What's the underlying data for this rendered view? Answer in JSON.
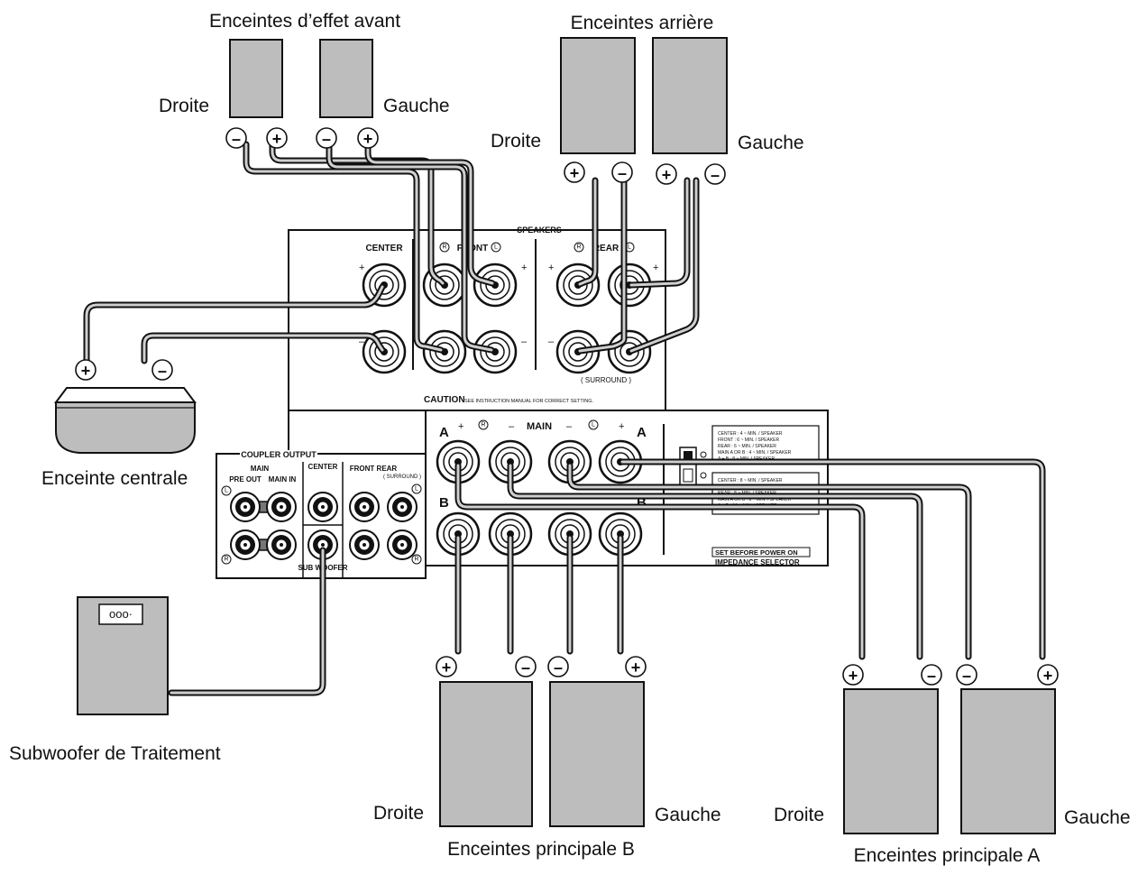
{
  "labels": {
    "front_effect": "Enceintes d’effet avant",
    "rear": "Enceintes arrière",
    "center_speaker": "Enceinte centrale",
    "subwoofer": "Subwoofer de Traitement",
    "main_b": "Enceintes principale B",
    "main_a": "Enceintes principale A",
    "right": "Droite",
    "left": "Gauche"
  },
  "panel": {
    "speakers": "SPEAKERS",
    "center": "CENTER",
    "front": "FRONT",
    "rear": "REAR",
    "surround": "( SURROUND )",
    "caution": "CAUTION",
    "caution_note": "SEE INSTRUCTION MANUAL FOR CORRECT SETTING.",
    "main": "MAIN",
    "a": "A",
    "b": "B",
    "r_mark": "R",
    "l_mark": "L",
    "plus": "+",
    "minus": "–",
    "coupler_output": "COUPLER OUTPUT",
    "coupler_main": "MAIN",
    "pre_out": "PRE OUT",
    "main_in": "MAIN IN",
    "coupler_center": "CENTER",
    "front_rear": "FRONT REAR",
    "surround_small": "( SURROUND )",
    "sub_woofer": "SUB WOOFER",
    "set_before": "SET BEFORE POWER ON",
    "impedance_selector": "IMPEDANCE SELECTOR",
    "imp_rows_1": [
      "CENTER : 4 ~ MIN. / SPEAKER",
      "FRONT : 6 ~ MIN. / SPEAKER",
      "REAR : 6 ~ MIN. / SPEAKER",
      "MAIN A OR B : 4 ~ MIN. / SPEAKER",
      "A + B : 8 ~ MIN. / SPEAKER"
    ],
    "imp_rows_2": [
      "CENTER : 8 ~ MIN. / SPEAKER",
      "FRONT : 8 ~ MIN. / SPEAKER",
      "REAR : 8 ~ MIN. / SPEAKER",
      "MAIN A OR B : 8 ~ MIN. / SPEAKER",
      "A + B : 16 ~ MIN. / SPEAKER"
    ]
  },
  "polarity": {
    "plus": "+",
    "minus": "–"
  },
  "subwoofer_dots": "ooo·",
  "colors": {
    "speaker_fill": "#bdbdbd",
    "wire_core": "#cfcfcf",
    "line": "#111111"
  }
}
